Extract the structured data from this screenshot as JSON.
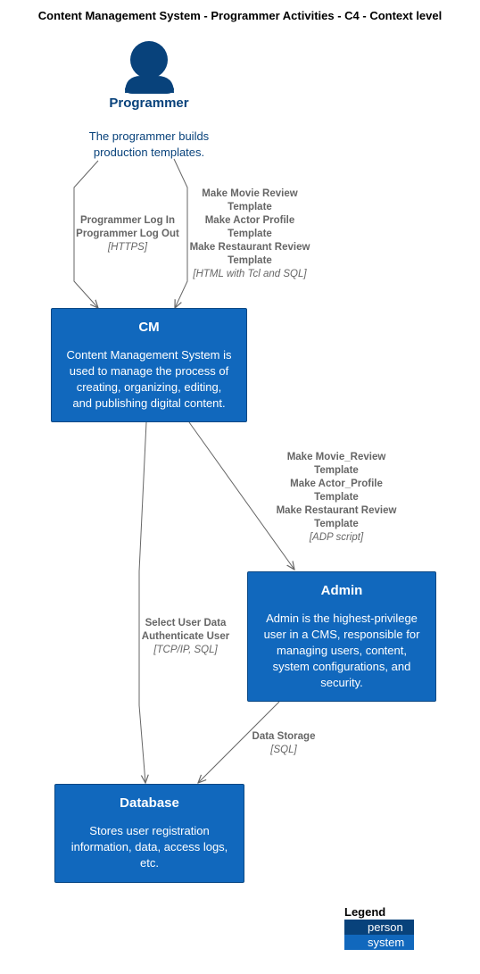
{
  "title": "Content Management System - Programmer Activities - C4 - Context level",
  "person": {
    "name": "Programmer",
    "description_lines": [
      "The programmer builds",
      "production templates."
    ]
  },
  "nodes": {
    "cm": {
      "name": "CM",
      "description_lines": [
        "Content Management System is",
        "used to manage the process of",
        "creating, organizing, editing,",
        "and publishing digital content."
      ]
    },
    "admin": {
      "name": "Admin",
      "description_lines": [
        "Admin is the highest-privilege",
        "user in a CMS, responsible for",
        "managing users, content,",
        "system configurations, and",
        "security."
      ]
    },
    "database": {
      "name": "Database",
      "description_lines": [
        "Stores user registration",
        "information, data, access logs,",
        "etc."
      ]
    }
  },
  "edges": {
    "login": {
      "label_lines": [
        "Programmer Log In",
        "Programmer Log Out"
      ],
      "tech": "[HTTPS]"
    },
    "templates": {
      "label_lines": [
        "Make Movie Review",
        "Template",
        "Make Actor Profile",
        "Template",
        "Make Restaurant Review",
        "Template"
      ],
      "tech": "[HTML with Tcl and SQL]"
    },
    "cm_admin": {
      "label_lines": [
        "Make Movie_Review",
        "Template",
        "Make Actor_Profile",
        "Template",
        "Make Restaurant Review",
        "Template"
      ],
      "tech": "[ADP script]"
    },
    "cm_db": {
      "label_lines": [
        "Select User Data",
        "Authenticate User"
      ],
      "tech": "[TCP/IP, SQL]"
    },
    "admin_db": {
      "label_lines": [
        "Data Storage"
      ],
      "tech": "[SQL]"
    }
  },
  "legend": {
    "title": "Legend",
    "items": [
      {
        "label": "person",
        "color": "#08427B"
      },
      {
        "label": "system",
        "color": "#1168BD"
      }
    ]
  },
  "colors": {
    "person": "#08427B",
    "system": "#1168BD",
    "edge": "#666666"
  }
}
